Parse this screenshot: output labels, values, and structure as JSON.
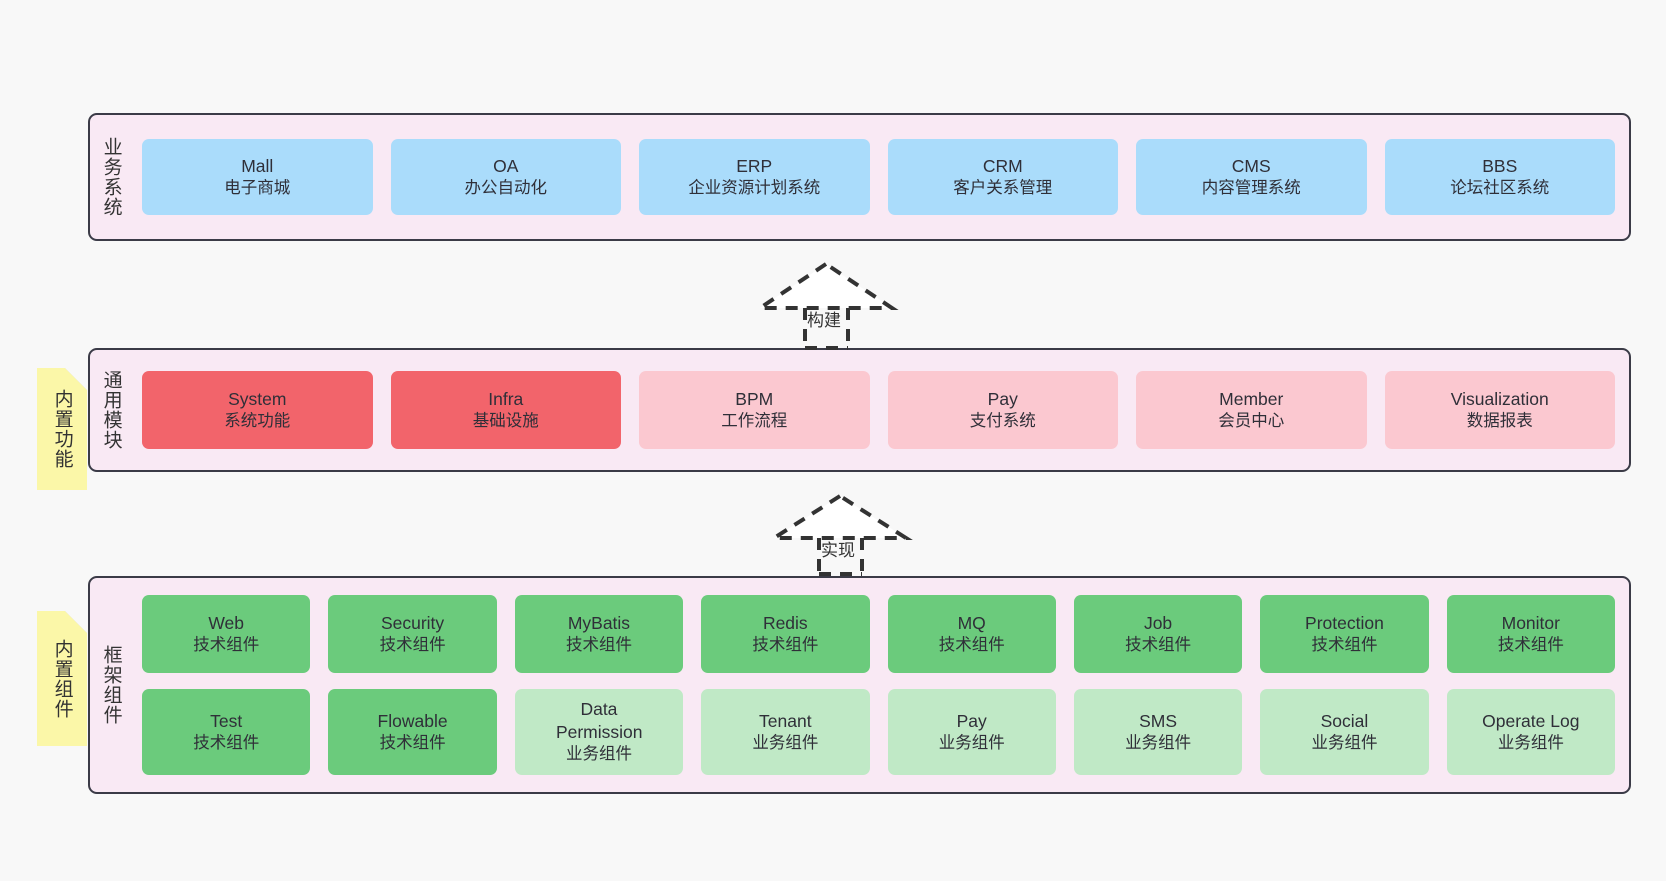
{
  "diagram": {
    "background": "#f8f8f8",
    "panel_fill": "#f9e9f4",
    "panel_border": "#3b3b47",
    "note_fill": "#fbf7a8"
  },
  "layers": [
    {
      "id": "business",
      "title": "业务系统",
      "note": null,
      "rows": [
        {
          "cells": [
            {
              "name": "Mall",
              "sub": "电子商城",
              "color": "#aadcfb",
              "style": "c-blue"
            },
            {
              "name": "OA",
              "sub": "办公自动化",
              "color": "#aadcfb",
              "style": "c-blue"
            },
            {
              "name": "ERP",
              "sub": "企业资源计划系统",
              "color": "#aadcfb",
              "style": "c-blue"
            },
            {
              "name": "CRM",
              "sub": "客户关系管理",
              "color": "#aadcfb",
              "style": "c-blue"
            },
            {
              "name": "CMS",
              "sub": "内容管理系统",
              "color": "#aadcfb",
              "style": "c-blue"
            },
            {
              "name": "BBS",
              "sub": "论坛社区系统",
              "color": "#aadcfb",
              "style": "c-blue"
            }
          ]
        }
      ]
    },
    {
      "id": "common-module",
      "title": "通用模块",
      "note": "内置功能",
      "rows": [
        {
          "cells": [
            {
              "name": "System",
              "sub": "系统功能",
              "color": "#f2646b",
              "style": "c-red"
            },
            {
              "name": "Infra",
              "sub": "基础设施",
              "color": "#f2646b",
              "style": "c-red"
            },
            {
              "name": "BPM",
              "sub": "工作流程",
              "color": "#fbc8d0",
              "style": "c-pink"
            },
            {
              "name": "Pay",
              "sub": "支付系统",
              "color": "#fbc8d0",
              "style": "c-pink"
            },
            {
              "name": "Member",
              "sub": "会员中心",
              "color": "#fbc8d0",
              "style": "c-pink"
            },
            {
              "name": "Visualization",
              "sub": "数据报表",
              "color": "#fbc8d0",
              "style": "c-pink"
            }
          ]
        }
      ]
    },
    {
      "id": "framework-component",
      "title": "框架组件",
      "note": "内置组件",
      "rows": [
        {
          "cells": [
            {
              "name": "Web",
              "sub": "技术组件",
              "color": "#6bcb7c",
              "style": "c-green"
            },
            {
              "name": "Security",
              "sub": "技术组件",
              "color": "#6bcb7c",
              "style": "c-green"
            },
            {
              "name": "MyBatis",
              "sub": "技术组件",
              "color": "#6bcb7c",
              "style": "c-green"
            },
            {
              "name": "Redis",
              "sub": "技术组件",
              "color": "#6bcb7c",
              "style": "c-green"
            },
            {
              "name": "MQ",
              "sub": "技术组件",
              "color": "#6bcb7c",
              "style": "c-green"
            },
            {
              "name": "Job",
              "sub": "技术组件",
              "color": "#6bcb7c",
              "style": "c-green"
            },
            {
              "name": "Protection",
              "sub": "技术组件",
              "color": "#6bcb7c",
              "style": "c-green"
            },
            {
              "name": "Monitor",
              "sub": "技术组件",
              "color": "#6bcb7c",
              "style": "c-green"
            }
          ]
        },
        {
          "cells": [
            {
              "name": "Test",
              "sub": "技术组件",
              "color": "#6bcb7c",
              "style": "c-green"
            },
            {
              "name": "Flowable",
              "sub": "技术组件",
              "color": "#6bcb7c",
              "style": "c-green"
            },
            {
              "name": "Data Permission",
              "sub": "业务组件",
              "color": "#c0e9c6",
              "style": "c-lightgreen"
            },
            {
              "name": "Tenant",
              "sub": "业务组件",
              "color": "#c0e9c6",
              "style": "c-lightgreen"
            },
            {
              "name": "Pay",
              "sub": "业务组件",
              "color": "#c0e9c6",
              "style": "c-lightgreen"
            },
            {
              "name": "SMS",
              "sub": "业务组件",
              "color": "#c0e9c6",
              "style": "c-lightgreen"
            },
            {
              "name": "Social",
              "sub": "业务组件",
              "color": "#c0e9c6",
              "style": "c-lightgreen"
            },
            {
              "name": "Operate Log",
              "sub": "业务组件",
              "color": "#c0e9c6",
              "style": "c-lightgreen"
            }
          ]
        }
      ]
    }
  ],
  "arrows": [
    {
      "id": "build",
      "label": "构建"
    },
    {
      "id": "implement",
      "label": "实现"
    }
  ]
}
